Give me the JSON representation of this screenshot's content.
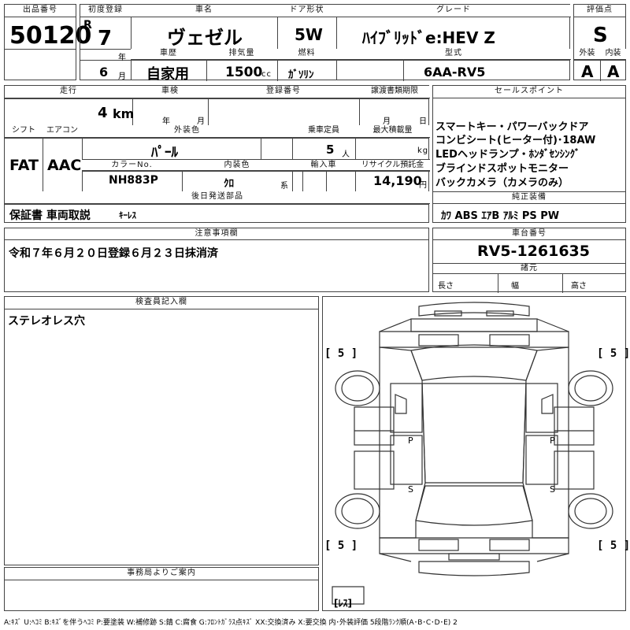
{
  "header": {
    "lot_label": "出品番号",
    "lot_number": "50120",
    "first_reg_label": "初度登録",
    "era_letter": "R",
    "reg_year": "7",
    "year_unit": "年",
    "reg_month": "6",
    "month_unit": "月",
    "car_name_label": "車名",
    "car_name": "ヴェゼル",
    "door_label": "ドア形状",
    "door": "5W",
    "grade_label": "グレード",
    "grade": "ﾊｲﾌﾞﾘｯﾄﾞe:HEV Z",
    "score_label": "評価点",
    "score": "S",
    "history_label": "車歴",
    "history": "自家用",
    "displacement_label": "排気量",
    "displacement": "1500",
    "cc_unit": "cc",
    "fuel_label": "燃料",
    "fuel": "ｶﾞｿﾘﾝ",
    "model_label": "型式",
    "model": "6AA-RV5",
    "exterior_label": "外装",
    "exterior_grade": "A",
    "interior_label": "内装",
    "interior_grade": "A"
  },
  "row2": {
    "mileage_label": "走行",
    "mileage": "4",
    "km_unit": "km",
    "inspection_label": "車検",
    "year_unit": "年",
    "month_unit": "月",
    "reg_no_label": "登録番号",
    "transfer_label": "譲渡書類期限",
    "month_unit2": "月",
    "day_unit": "日",
    "sales_label": "セールスポイント",
    "sales_points": [
      "スマートキー・パワーバックドア",
      "コンビシート(ヒーター付)･18AW",
      "LEDヘッドランプ・ﾎﾝﾀﾞｾﾝｼﾝｸﾞ",
      "ブラインドスポットモニター",
      "バックカメラ（カメラのみ）"
    ]
  },
  "row3": {
    "shift_label": "シフト",
    "shift": "FAT",
    "ac_label": "エアコン",
    "ac": "AAC",
    "ext_color_label": "外装色",
    "ext_color": "ﾊﾟｰﾙ",
    "capacity_label": "乗車定員",
    "capacity": "5",
    "person_unit": "人",
    "load_label": "最大積載量",
    "kg_unit": "kg",
    "color_no_label": "カラーNo.",
    "color_no": "NH883P",
    "int_color_label": "内装色",
    "int_color": "ｸﾛ",
    "kei_unit": "系",
    "import_label": "輸入車",
    "recycle_label": "リサイクル預託金",
    "recycle_fee": "14,190",
    "yen_unit": "円",
    "later_label": "後日発送部品",
    "later_items": "保証書 車両取説",
    "later_extra": "ｷｰﾚｽ",
    "equip_label": "純正装備",
    "equipment": "ｶﾜ ABS ｴｱB ｱﾙﾐ PS PW"
  },
  "notes": {
    "notes_label": "注意事項欄",
    "notes_text": "令和７年６月２０日登録６月２３日抹消済",
    "chassis_label": "車台番号",
    "chassis": "RV5-1261635",
    "spec_label": "諸元",
    "length_label": "長さ",
    "width_label": "幅",
    "height_label": "高さ"
  },
  "inspector": {
    "label": "検査員記入欄",
    "text": "ステレオレス穴"
  },
  "office": {
    "label": "事務局よりご案内"
  },
  "diagram": {
    "tire_fl": "[ 5 ]",
    "tire_fr": "[ 5 ]",
    "tire_rl": "[ 5 ]",
    "tire_rr": "[ 5 ]",
    "spare": "[ﾚｽ]",
    "mark_p_left": "P",
    "mark_p_right": "P",
    "mark_s_left": "S",
    "mark_s_right": "S"
  },
  "legend": "A:ｷｽﾞ U:ﾍｺﾐ B:ｷｽﾞを伴うﾍｺﾐ P:要塗装 W:補修跡 S:錆 C:腐食 G:ﾌﾛﾝﾄｶﾞﾗｽ点ｷｽﾞ XX:交換済み X:要交換  内･外装評価 5段階ﾗﾝｸ順(A･B･C･D･E) 2"
}
